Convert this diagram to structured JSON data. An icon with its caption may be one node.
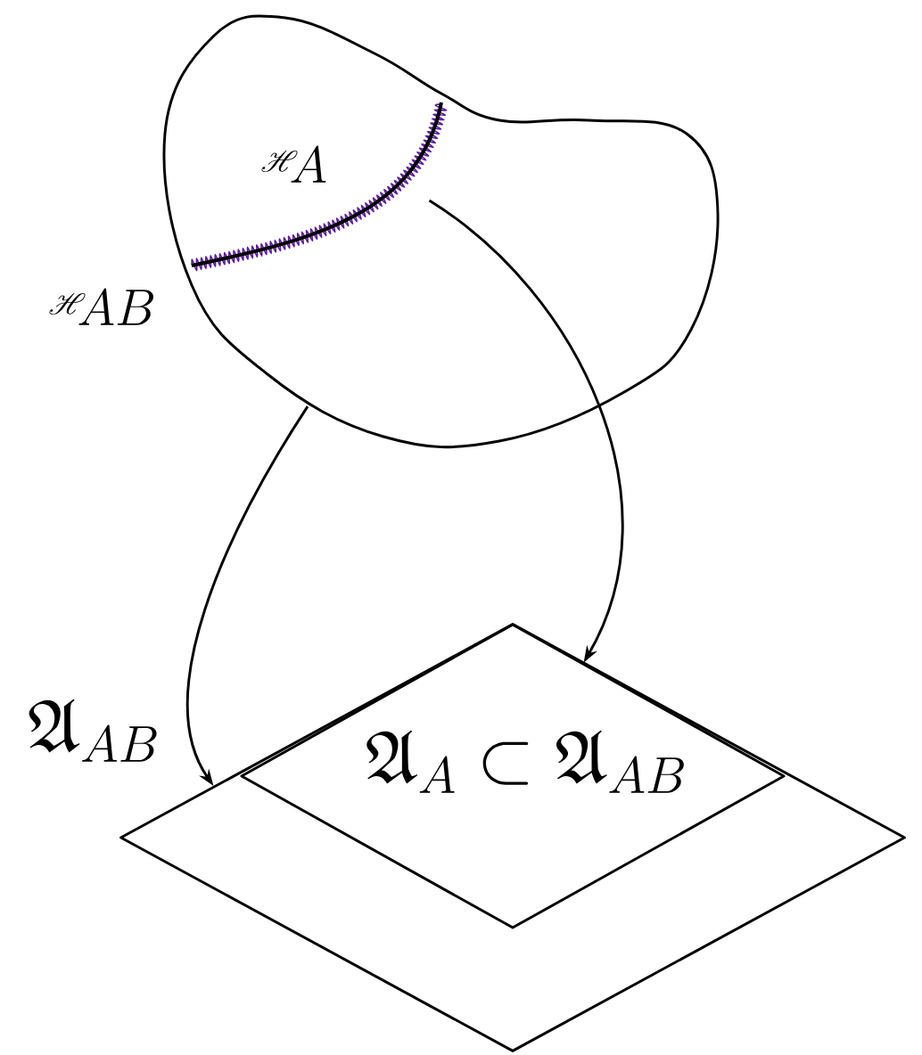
{
  "diagram": {
    "nodes": [
      {
        "text": [
          "\\mathscr{H}_{AB}"
        ]
      },
      {
        "text": [
          "\\mathscr{H}_A"
        ],
        "in": 0
      },
      {
        "text": [
          "\\mathfrak{A}_{AB}"
        ]
      },
      {
        "text": [
          "\\mathfrak{A}_A \\subset \\mathfrak{A}_{AB}"
        ],
        "in": 2
      }
    ],
    "edges": [
      {
        "from": 0,
        "to": 2,
        "arrow": "to"
      },
      {
        "from": 1,
        "to": 3,
        "arrow": "to"
      }
    ]
  }
}
